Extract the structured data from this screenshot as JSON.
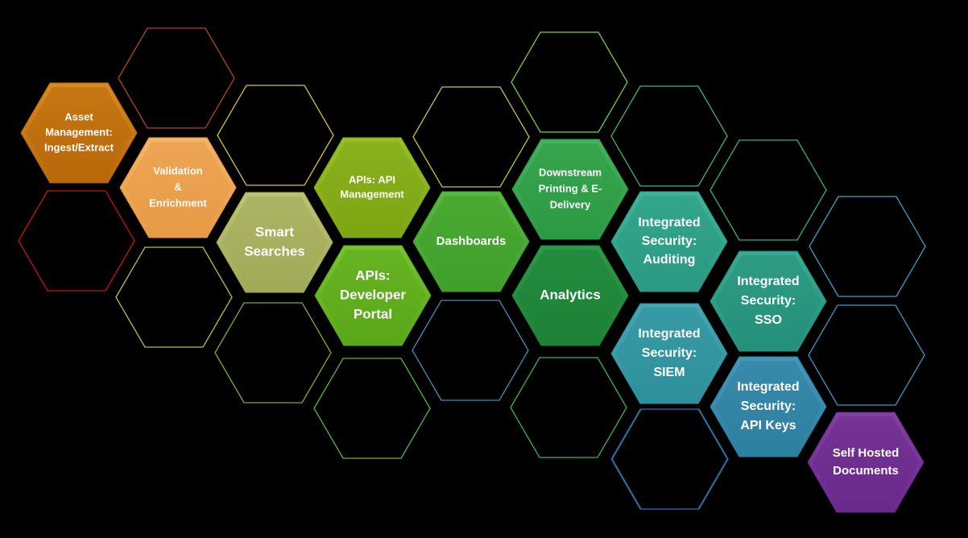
{
  "diagram": {
    "filled_hexes": [
      {
        "id": "asset-management",
        "lines": [
          "Asset",
          "Management:",
          "Ingest/Extract"
        ],
        "fill": "#b8680a",
        "light": "#d98a20"
      },
      {
        "id": "validation-enrichment",
        "lines": [
          "Validation",
          "&",
          "Enrichment"
        ],
        "fill": "#e89a45",
        "light": "#f5b468"
      },
      {
        "id": "smart-searches",
        "lines": [
          "Smart",
          "Searches"
        ],
        "fill": "#a1aa58",
        "light": "#bcc473"
      },
      {
        "id": "apis-api-management",
        "lines": [
          "APIs: API",
          "Management"
        ],
        "fill": "#7ea614",
        "light": "#98c028"
      },
      {
        "id": "apis-developer-portal",
        "lines": [
          "APIs:",
          "Developer",
          "Portal"
        ],
        "fill": "#5aa81a",
        "light": "#76c430"
      },
      {
        "id": "dashboards",
        "lines": [
          "Dashboards"
        ],
        "fill": "#3f9f2a",
        "light": "#58b840"
      },
      {
        "id": "downstream-printing",
        "lines": [
          "Downstream",
          "Printing & E-",
          "Delivery"
        ],
        "fill": "#2c9a44",
        "light": "#44b25c"
      },
      {
        "id": "analytics",
        "lines": [
          "Analytics"
        ],
        "fill": "#1d8236",
        "light": "#2c9a48"
      },
      {
        "id": "integrated-security-auditing",
        "lines": [
          "Integrated",
          "Security:",
          "Auditing"
        ],
        "fill": "#2a9a82",
        "light": "#40b49a"
      },
      {
        "id": "integrated-security-siem",
        "lines": [
          "Integrated",
          "Security:",
          "SIEM"
        ],
        "fill": "#2d8f9a",
        "light": "#44a8b2"
      },
      {
        "id": "integrated-security-sso",
        "lines": [
          "Integrated",
          "Security:",
          "SSO"
        ],
        "fill": "#25907a",
        "light": "#3aaa92"
      },
      {
        "id": "integrated-security-api-keys",
        "lines": [
          "Integrated",
          "Security:",
          "API Keys"
        ],
        "fill": "#2d7fa0",
        "light": "#4498b8"
      },
      {
        "id": "self-hosted-documents",
        "lines": [
          "Self Hosted",
          "Documents"
        ],
        "fill": "#6a2a8a",
        "light": "#8240a4"
      }
    ],
    "outline_hexes": [
      {
        "id": "outline-1",
        "stroke": "#b0422c"
      },
      {
        "id": "outline-2",
        "stroke": "#c8120c"
      },
      {
        "id": "outline-3",
        "stroke": "#b8c23a"
      },
      {
        "id": "outline-4",
        "stroke": "#d2c23a"
      },
      {
        "id": "outline-5",
        "stroke": "#7ab02a"
      },
      {
        "id": "outline-6",
        "stroke": "#5cb43a"
      },
      {
        "id": "outline-7",
        "stroke": "#c8c43a"
      },
      {
        "id": "outline-8",
        "stroke": "#4a8cb4"
      },
      {
        "id": "outline-9",
        "stroke": "#7ccc3a"
      },
      {
        "id": "outline-10",
        "stroke": "#3cb44c"
      },
      {
        "id": "outline-11",
        "stroke": "#3cb47a"
      },
      {
        "id": "outline-12",
        "stroke": "#2cb47c"
      },
      {
        "id": "outline-13",
        "stroke": "#2a8a8a"
      },
      {
        "id": "outline-14",
        "stroke": "#3aa0c8"
      },
      {
        "id": "outline-15",
        "stroke": "#3a98c8"
      },
      {
        "id": "outline-16",
        "stroke": "#2a5aa8"
      }
    ]
  }
}
